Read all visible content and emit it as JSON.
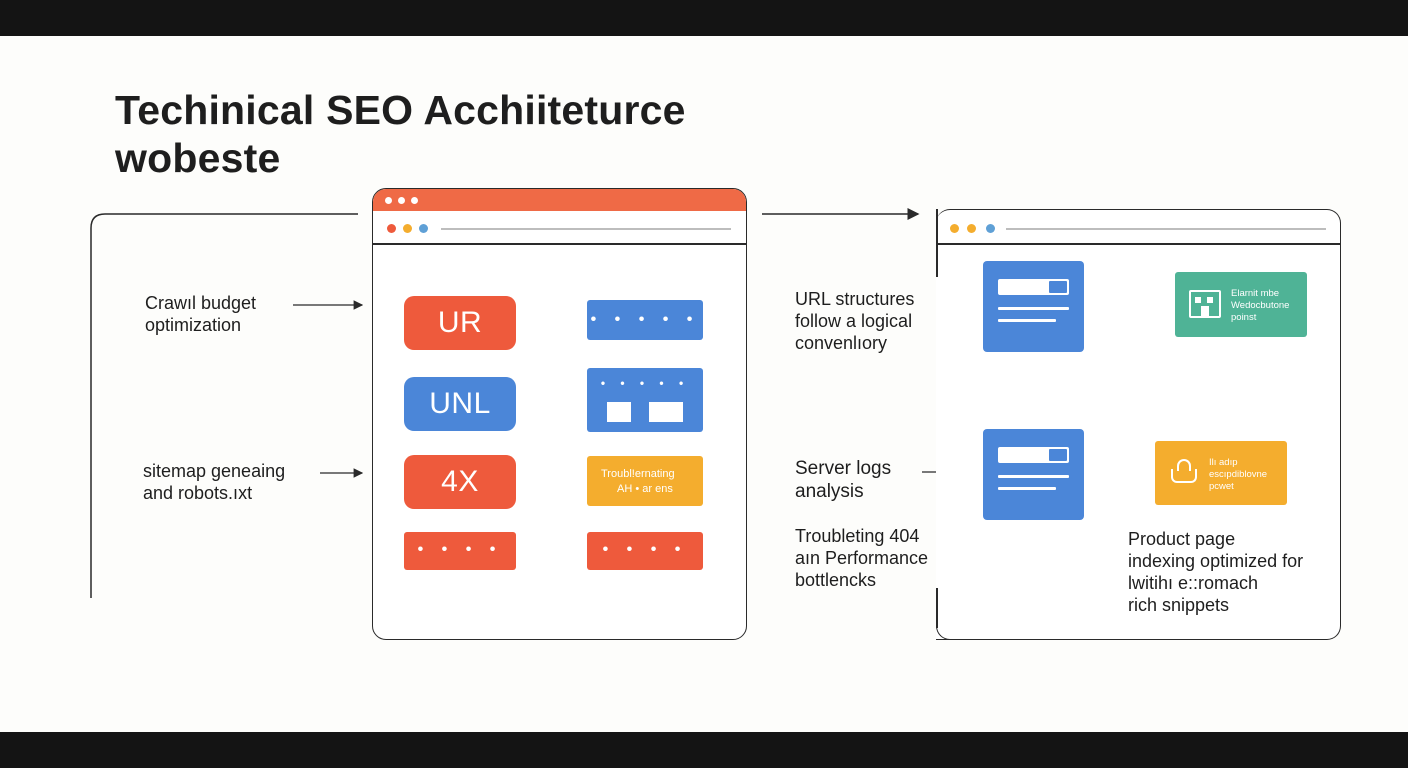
{
  "title": {
    "line1": "Techinical SEO Acchiiteturce",
    "line2": "wobeste"
  },
  "left_labels": {
    "crawl": [
      "Crawıl budget",
      "optimization"
    ],
    "sitemap": [
      "sitemap geneaing",
      "and robots.ıxt"
    ]
  },
  "middle_window": {
    "boxes": [
      {
        "label": "UR",
        "color": "#ee5a3c"
      },
      {
        "label": "UNL",
        "color": "#4b86d8"
      },
      {
        "label": "4X",
        "color": "#ee5a3c"
      },
      {
        "label": "• • • •",
        "color": "#ee5a3c"
      }
    ],
    "right_items": [
      {
        "label": "• • • • •",
        "color": "#4b86d8"
      },
      {
        "label": "• • • • •",
        "color": "#4b86d8"
      },
      {
        "label": "Troubl!ernating",
        "label2": "AH • ar ens",
        "color": "#f4ad2e"
      },
      {
        "label": "• • • •",
        "color": "#ee5a3c"
      }
    ]
  },
  "right_labels": {
    "url": [
      "URL structures",
      "follow a logical",
      "convenlıory"
    ],
    "logs": [
      "Server logs",
      "analysis"
    ],
    "trouble": [
      "Troubleting 404",
      "aın Performance",
      "bottlencks"
    ],
    "product": [
      "Product page",
      "indexing optimized for",
      "lwitihı e::romach",
      "rich snippets"
    ]
  },
  "right_window": {
    "teal_card": [
      "Elarnit mbe",
      "Wedocbutone",
      "poinst"
    ],
    "orange_card": [
      "Ilı adıp",
      "escıpdiblovne",
      "pcwet"
    ]
  },
  "colors": {
    "red": "#ee5a3c",
    "blue": "#4b86d8",
    "orange": "#f4ad2e",
    "teal": "#4fb396",
    "header_dot_orange": "#f4ad2e",
    "header_dot_blue": "#5fa0d6"
  }
}
